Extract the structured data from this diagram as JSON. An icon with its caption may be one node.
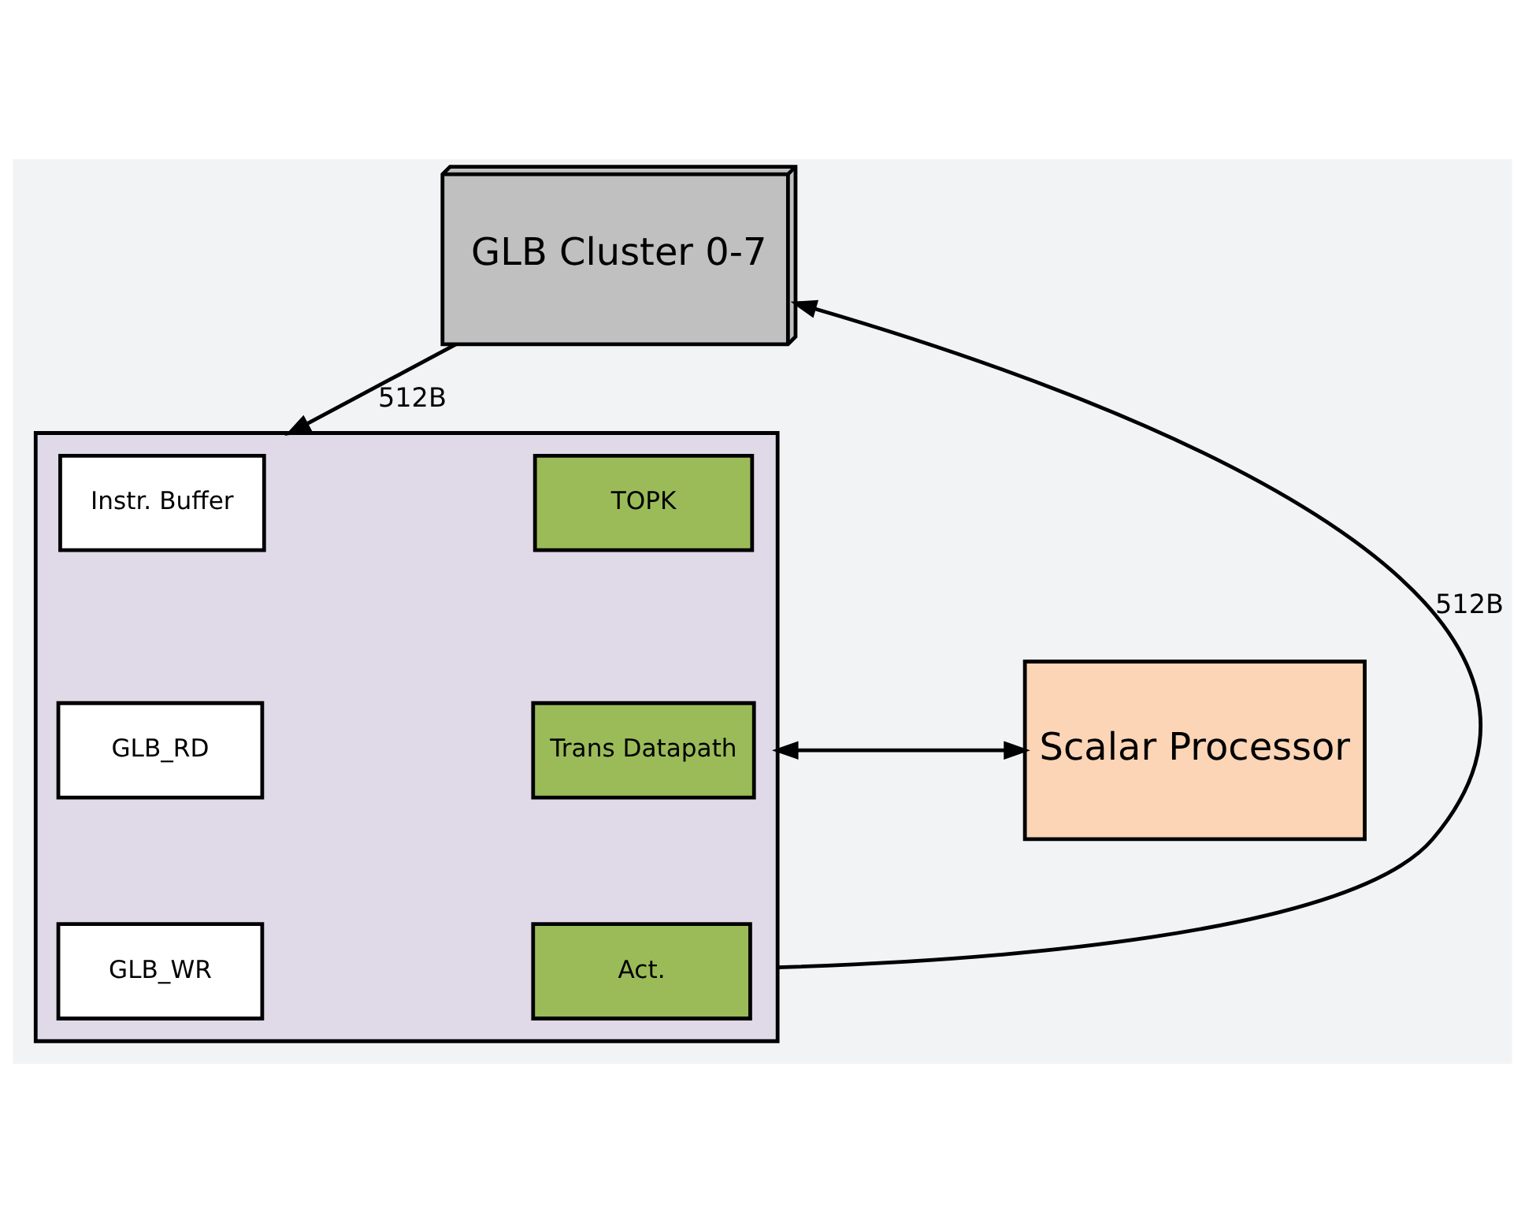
{
  "diagram": {
    "nodes": [
      {
        "text": [
          "GLB Cluster 0-7"
        ]
      },
      {
        "text": [],
        "shape": "box"
      },
      {
        "text": [
          "Instr. Buffer"
        ],
        "in": 1
      },
      {
        "text": [
          "TOPK"
        ],
        "in": 1
      },
      {
        "text": [
          "GLB_RD"
        ],
        "in": 1
      },
      {
        "text": [
          "Trans Datapath"
        ],
        "in": 1
      },
      {
        "text": [
          "GLB_WR"
        ],
        "in": 1
      },
      {
        "text": [
          "Act."
        ],
        "in": 1
      },
      {
        "text": [
          "Scalar Processor"
        ]
      }
    ],
    "edges": [
      {
        "from": 0,
        "to": 1,
        "arrow": "to",
        "label": "512B"
      },
      {
        "from": 8,
        "to": 1,
        "arrow": "both"
      },
      {
        "from": 1,
        "to": 0,
        "arrow": "to",
        "label": "512B"
      }
    ]
  }
}
